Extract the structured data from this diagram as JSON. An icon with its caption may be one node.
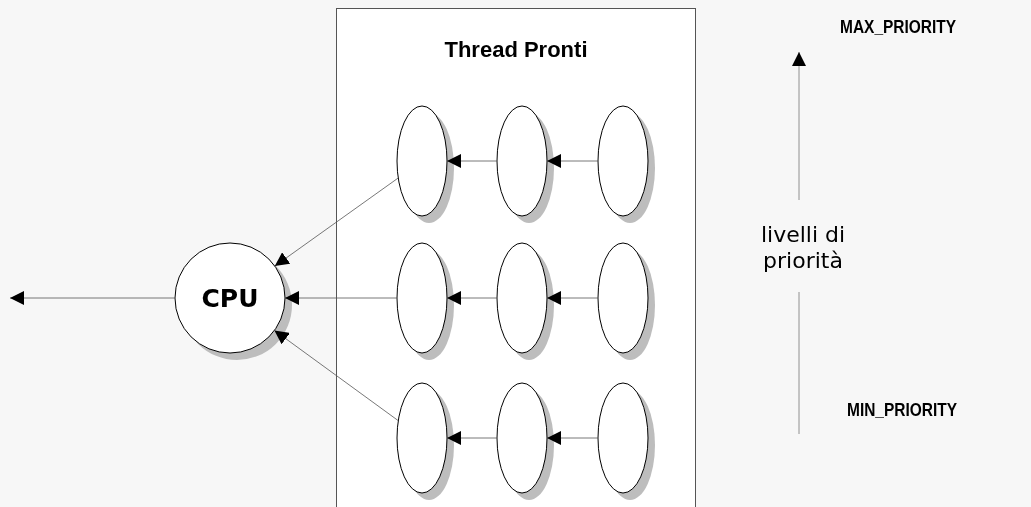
{
  "diagram": {
    "nodes": [
      {
        "text": [
          "CPU"
        ]
      },
      {
        "text": [
          "Thread Pronti"
        ]
      },
      {
        "text": [],
        "shape": "ellipse",
        "in": 1
      },
      {
        "text": [],
        "shape": "ellipse",
        "in": 1
      },
      {
        "text": [],
        "shape": "ellipse",
        "in": 1
      },
      {
        "text": [],
        "shape": "ellipse",
        "in": 1
      },
      {
        "text": [],
        "shape": "ellipse",
        "in": 1
      },
      {
        "text": [],
        "shape": "ellipse",
        "in": 1
      },
      {
        "text": [],
        "shape": "ellipse",
        "in": 1
      },
      {
        "text": [],
        "shape": "ellipse",
        "in": 1
      },
      {
        "text": [],
        "shape": "ellipse",
        "in": 1
      }
    ],
    "edges": [
      {
        "from": 0,
        "to": null,
        "arrow": "to"
      },
      {
        "from": 2,
        "to": 0,
        "arrow": "to"
      },
      {
        "from": 3,
        "to": 2,
        "arrow": "to"
      },
      {
        "from": 4,
        "to": 3,
        "arrow": "to"
      },
      {
        "from": 5,
        "to": 0,
        "arrow": "to"
      },
      {
        "from": 6,
        "to": 5,
        "arrow": "to"
      },
      {
        "from": 7,
        "to": 6,
        "arrow": "to"
      },
      {
        "from": 8,
        "to": 0,
        "arrow": "to"
      },
      {
        "from": 9,
        "to": 8,
        "arrow": "to"
      },
      {
        "from": 10,
        "to": 9,
        "arrow": "to"
      }
    ],
    "labels": [
      "MAX_PRIORITY",
      "livelli di priorità",
      "MIN_PRIORITY"
    ]
  }
}
